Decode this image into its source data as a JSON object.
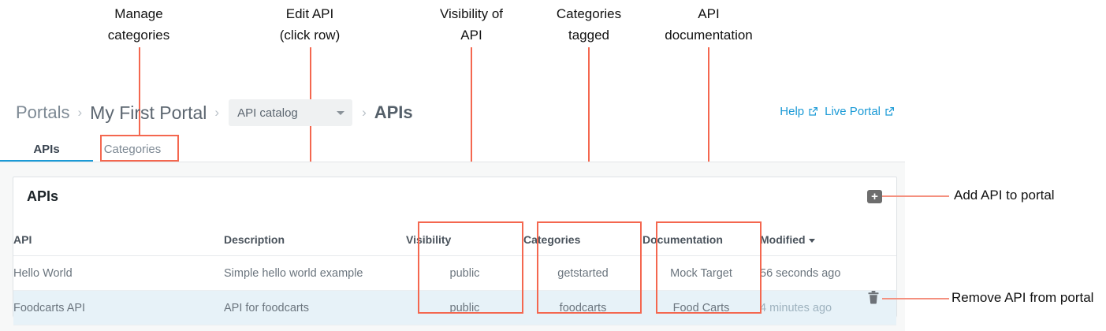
{
  "annotations": {
    "top": [
      {
        "text": "Manage\ncategories",
        "name": "annotation-manage-categories"
      },
      {
        "text": "Edit API\n(click row)",
        "name": "annotation-edit-api"
      },
      {
        "text": "Visibility of\nAPI",
        "name": "annotation-visibility-of-api"
      },
      {
        "text": "Categories\ntagged",
        "name": "annotation-categories-tagged"
      },
      {
        "text": "API\ndocumentation",
        "name": "annotation-api-documentation"
      }
    ],
    "right": [
      {
        "text": "Add API to portal",
        "name": "annotation-add-api-to-portal"
      },
      {
        "text": "Remove API from portal",
        "name": "annotation-remove-api-from-portal"
      }
    ]
  },
  "breadcrumb": {
    "root": "Portals",
    "portal": "My First Portal",
    "select_value": "API catalog",
    "current": "APIs",
    "separator": "›"
  },
  "top_links": {
    "help": "Help",
    "live_portal": "Live Portal"
  },
  "tabs": [
    {
      "label": "APIs",
      "active": true
    },
    {
      "label": "Categories",
      "active": false
    }
  ],
  "card": {
    "title": "APIs",
    "add_button_label": "+"
  },
  "table": {
    "columns": [
      "API",
      "Description",
      "Visibility",
      "Categories",
      "Documentation",
      "Modified"
    ],
    "sorted_column": "Modified",
    "rows": [
      {
        "api": "Hello World",
        "description": "Simple hello world example",
        "visibility": "public",
        "categories": "getstarted",
        "documentation": "Mock Target",
        "modified": "56 seconds ago",
        "selected": false
      },
      {
        "api": "Foodcarts API",
        "description": "API for foodcarts",
        "visibility": "public",
        "categories": "foodcarts",
        "documentation": "Food Carts",
        "modified": "4 minutes ago",
        "selected": true
      }
    ]
  },
  "colors": {
    "accent_blue": "#1b9ad6",
    "annotation_red": "#f4674f",
    "selected_row": "#e7f2f8",
    "add_button": "#6d6d6d"
  }
}
